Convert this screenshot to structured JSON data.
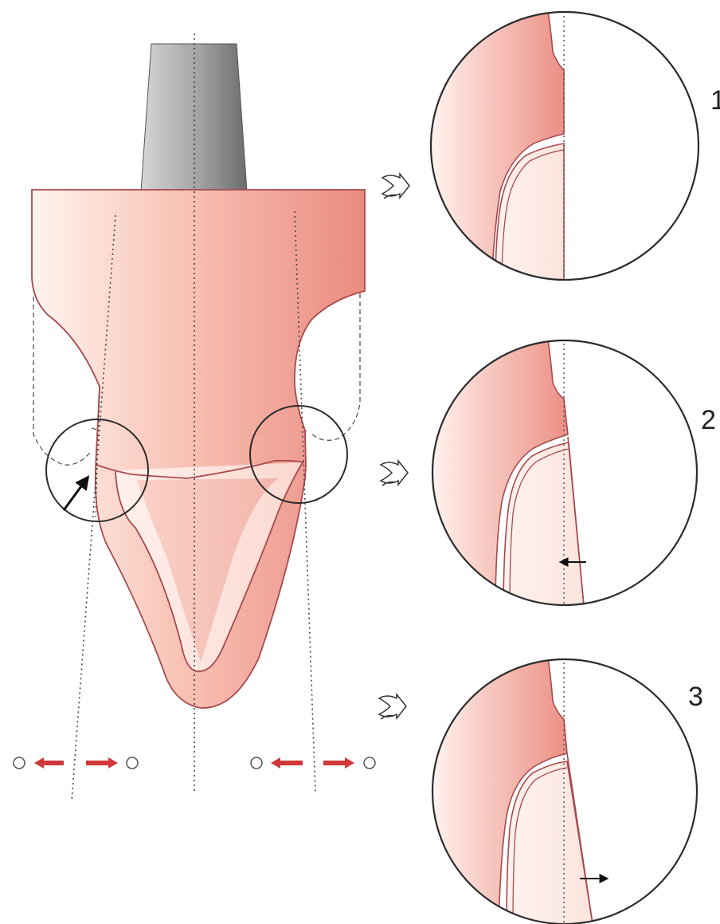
{
  "detail_views": [
    {
      "number": "1",
      "label": "1"
    },
    {
      "number": "2",
      "label": "2"
    },
    {
      "number": "3",
      "label": "3"
    }
  ],
  "bottom_mark": "",
  "colors": {
    "tooth_dark": "#e9877e",
    "tooth_light": "#fff4ef",
    "outline": "#a84a4e",
    "arrow_red": "#d0383a",
    "abutment_dark": "#6f6f6f",
    "abutment_light": "#d8d8d8",
    "circle": "#2b2b2b"
  },
  "icons": {
    "pointer_arrow": "black-diagonal-arrow-icon",
    "view_arrow": "outline-double-arrow-icon",
    "direction_arrow": "red-arrow-icon",
    "position_marker": "hollow-circle-icon"
  }
}
